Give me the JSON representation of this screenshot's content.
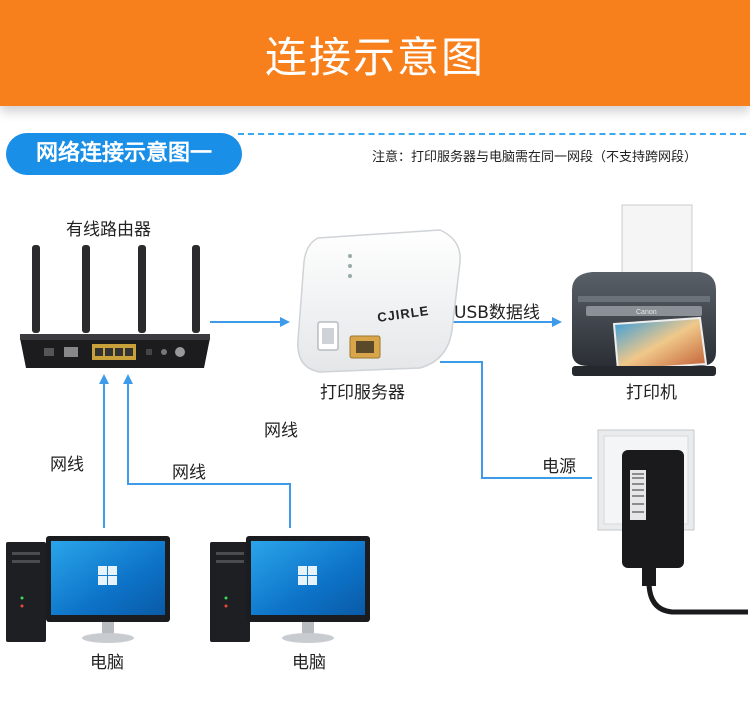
{
  "header": {
    "title": "连接示意图"
  },
  "section": {
    "badge": "网络连接示意图一",
    "note": "注意：打印服务器与电脑需在同一网段（不支持跨网段）"
  },
  "nodes": {
    "router": "有线路由器",
    "print_server": "打印服务器",
    "printer": "打印机",
    "pc_left": "电脑",
    "pc_right": "电脑"
  },
  "connections": {
    "usb_cable": "USB数据线",
    "power": "电源",
    "cable_left": "网线",
    "cable_right": "网线",
    "cable_top": "网线"
  },
  "device_text": {
    "server_brand": "CJIRLE",
    "printer_brand": "Canon"
  },
  "colors": {
    "header_bg": "#f7801c",
    "badge_bg": "#1a8fe8",
    "connector_line": "#3d9be9"
  }
}
